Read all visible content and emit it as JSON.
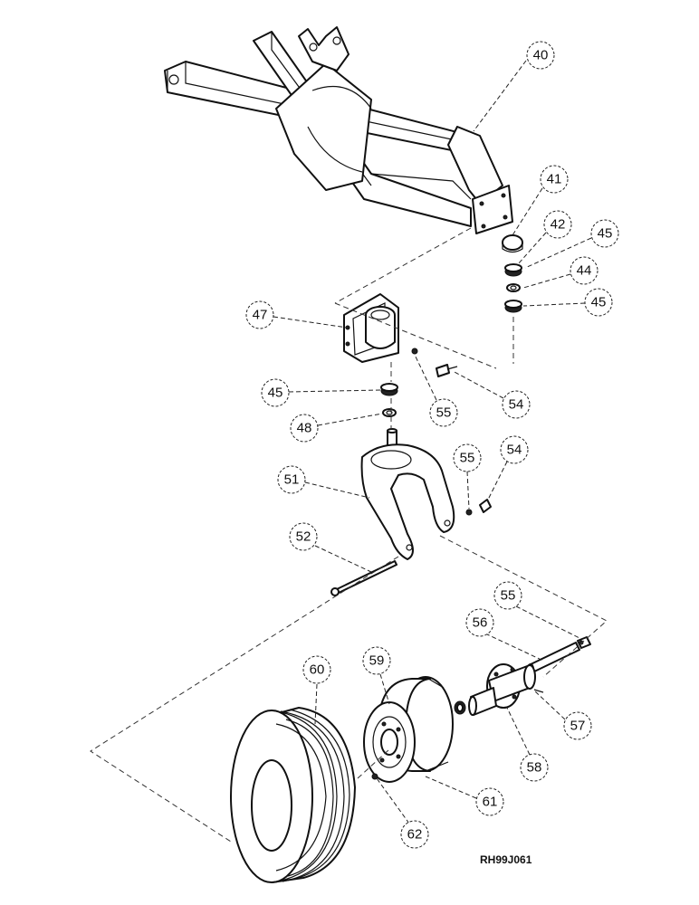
{
  "drawing_reference": "RH99J061",
  "callouts": [
    {
      "id": "callout-40",
      "label": "40"
    },
    {
      "id": "callout-41",
      "label": "41"
    },
    {
      "id": "callout-42",
      "label": "42"
    },
    {
      "id": "callout-43",
      "label": "45"
    },
    {
      "id": "callout-44",
      "label": "44"
    },
    {
      "id": "callout-45a",
      "label": "45"
    },
    {
      "id": "callout-47",
      "label": "47"
    },
    {
      "id": "callout-45b",
      "label": "45"
    },
    {
      "id": "callout-48",
      "label": "48"
    },
    {
      "id": "callout-53a",
      "label": "55"
    },
    {
      "id": "callout-54a",
      "label": "54"
    },
    {
      "id": "callout-51",
      "label": "51"
    },
    {
      "id": "callout-53b",
      "label": "55"
    },
    {
      "id": "callout-54b",
      "label": "54"
    },
    {
      "id": "callout-52",
      "label": "52"
    },
    {
      "id": "callout-55",
      "label": "55"
    },
    {
      "id": "callout-56",
      "label": "56"
    },
    {
      "id": "callout-60",
      "label": "60"
    },
    {
      "id": "callout-59",
      "label": "59"
    },
    {
      "id": "callout-57",
      "label": "57"
    },
    {
      "id": "callout-58",
      "label": "58"
    },
    {
      "id": "callout-61",
      "label": "61"
    },
    {
      "id": "callout-62",
      "label": "62"
    }
  ]
}
